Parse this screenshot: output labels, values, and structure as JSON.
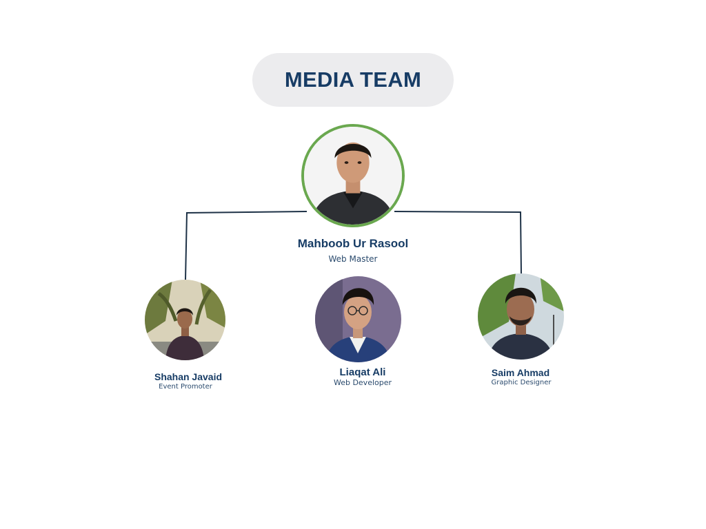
{
  "title": "MEDIA TEAM",
  "colors": {
    "title_text": "#173c65",
    "title_pill": "#ececee",
    "connector": "#1d3146",
    "leader_ring": "#6aa84f",
    "name_text": "#173c65"
  },
  "leader": {
    "name": "Mahboob Ur Rasool",
    "role": "Web Master",
    "photo": "person-photo"
  },
  "members": [
    {
      "name": "Shahan Javaid",
      "role": "Event Promoter",
      "photo": "person-photo"
    },
    {
      "name": "Liaqat Ali",
      "role": "Web Developer",
      "photo": "person-photo"
    },
    {
      "name": "Saim Ahmad",
      "role": "Graphic Designer",
      "photo": "person-photo"
    }
  ]
}
